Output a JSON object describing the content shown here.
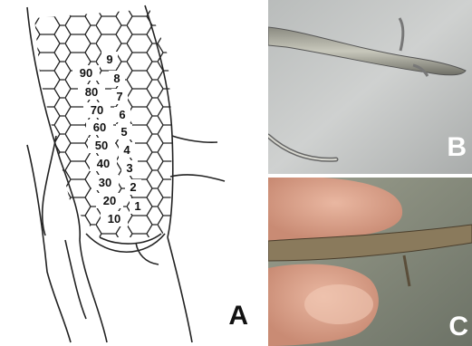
{
  "panels": {
    "a": {
      "letter": "A"
    },
    "b": {
      "letter": "B"
    },
    "c": {
      "letter": "C"
    }
  },
  "scale_labels": {
    "left": [
      "10",
      "20",
      "30",
      "40",
      "50",
      "60",
      "70",
      "80",
      "90"
    ],
    "right": [
      "1",
      "2",
      "3",
      "4",
      "5",
      "6",
      "7",
      "8",
      "9"
    ]
  }
}
